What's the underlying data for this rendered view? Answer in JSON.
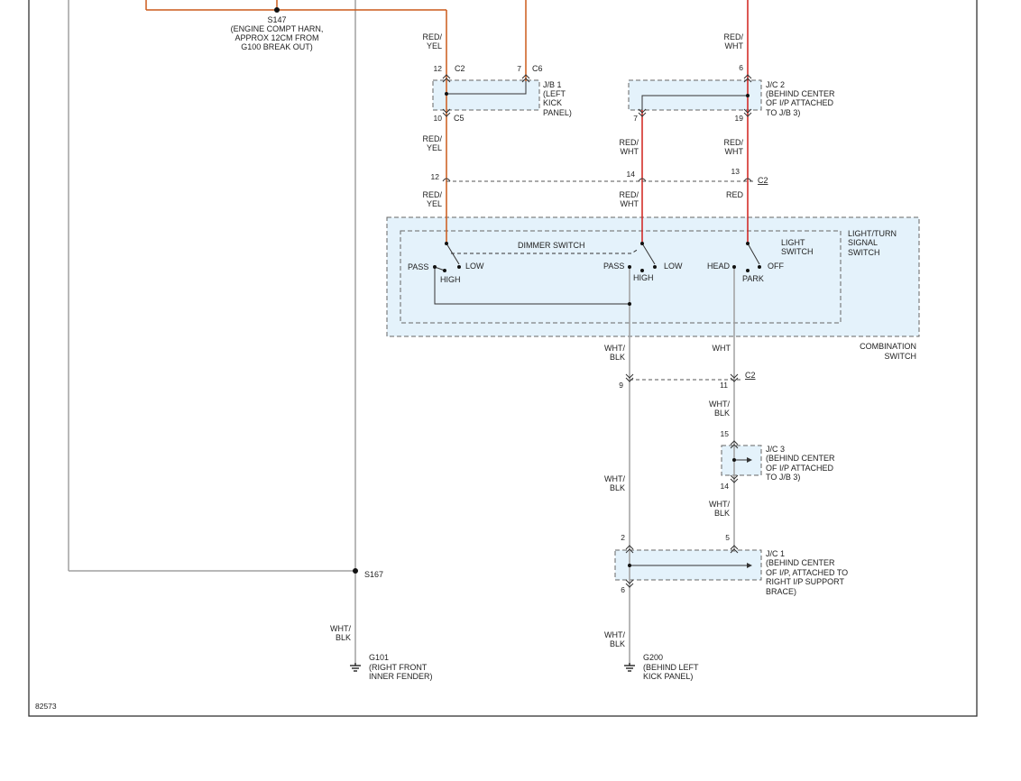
{
  "colors": {
    "red": "#d0201c",
    "orange": "#cc5a1a",
    "gray": "#a0a0a0",
    "darkgray": "#6a6a6a",
    "box_fill": "#e4f2fb",
    "border": "#333333"
  },
  "diagram_id": "82573",
  "splices": {
    "s147": {
      "name": "S147",
      "desc": [
        "(ENGINE COMPT HARN,",
        "APPROX 12CM FROM",
        "G100 BREAK OUT)"
      ]
    },
    "s167": {
      "name": "S167"
    }
  },
  "wires": {
    "red_yel": [
      "RED/",
      "YEL"
    ],
    "red_wht": [
      "RED/",
      "WHT"
    ],
    "red": "RED",
    "wht_blk": [
      "WHT/",
      "BLK"
    ],
    "wht": "WHT"
  },
  "connectors": {
    "c2": "C2",
    "c6": "C6",
    "c5": "C5",
    "pins": {
      "p12": "12",
      "p7": "7",
      "p10": "10",
      "p6": "6",
      "p19": "19",
      "p14": "14",
      "p13": "13",
      "p9": "9",
      "p11": "11",
      "p15": "15",
      "p2": "2",
      "p5": "5"
    }
  },
  "junctions": {
    "jb1": [
      "J/B 1",
      "(LEFT",
      "KICK",
      "PANEL)"
    ],
    "jc2": [
      "J/C 2",
      "(BEHIND CENTER",
      "OF I/P ATTACHED",
      "TO J/B 3)"
    ],
    "jc3": [
      "J/C 3",
      "(BEHIND CENTER",
      "OF I/P ATTACHED",
      "TO J/B 3)"
    ],
    "jc1": [
      "J/C 1",
      "(BEHIND CENTER",
      "OF I/P, ATTACHED TO",
      "RIGHT I/P SUPPORT",
      "BRACE)"
    ]
  },
  "switch": {
    "light_turn": [
      "LIGHT/TURN",
      "SIGNAL",
      "SWITCH"
    ],
    "dimmer": "DIMMER SWITCH",
    "light": [
      "LIGHT",
      "SWITCH"
    ],
    "combination": [
      "COMBINATION",
      "SWITCH"
    ],
    "positions": {
      "pass": "PASS",
      "low": "LOW",
      "high": "HIGH",
      "head": "HEAD",
      "off": "OFF",
      "park": "PARK"
    }
  },
  "grounds": {
    "g101": [
      "G101",
      "(RIGHT FRONT",
      "INNER FENDER)"
    ],
    "g200": [
      "G200",
      "(BEHIND LEFT",
      "KICK PANEL)"
    ]
  }
}
